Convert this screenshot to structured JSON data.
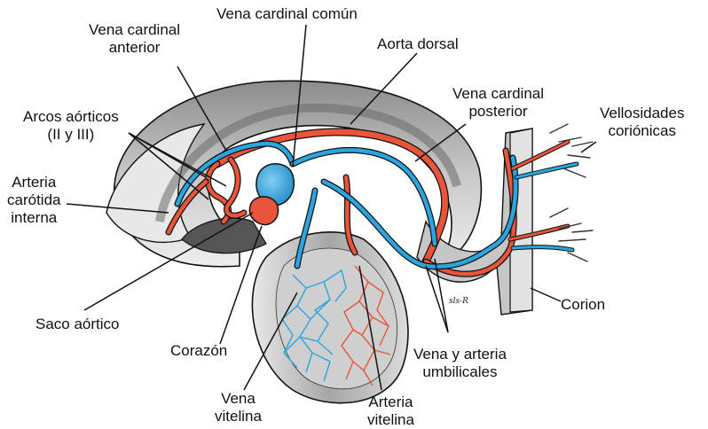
{
  "labels": {
    "vena_cardinal_comun": "Vena cardinal común",
    "vena_cardinal_anterior": [
      "Vena cardinal",
      "anterior"
    ],
    "aorta_dorsal": "Aorta dorsal",
    "vena_cardinal_posterior": [
      "Vena cardinal",
      "posterior"
    ],
    "vellosidades": [
      "Vellosidades",
      "coriónicas"
    ],
    "arcos_aorticos": [
      "Arcos aórticos",
      "(II y III)"
    ],
    "arteria_carotida": [
      "Arteria",
      "carótida",
      "interna"
    ],
    "saco_aortico": "Saco aórtico",
    "corazon": "Corazón",
    "corion": "Corion",
    "vena_arteria_umbilicales": [
      "Vena y arteria",
      "umbilicales"
    ],
    "vena_vitelina": [
      "Vena",
      "vitelina"
    ],
    "arteria_vitelina": [
      "Arteria",
      "vitelina"
    ]
  },
  "signature": "sls-R",
  "colors": {
    "artery": "#e8553a",
    "vein": "#2aa5e0",
    "tissue_light": "#e6e6e6",
    "tissue_mid": "#b9b9b9",
    "tissue_dark": "#7a7a7a",
    "outline": "#111111"
  }
}
